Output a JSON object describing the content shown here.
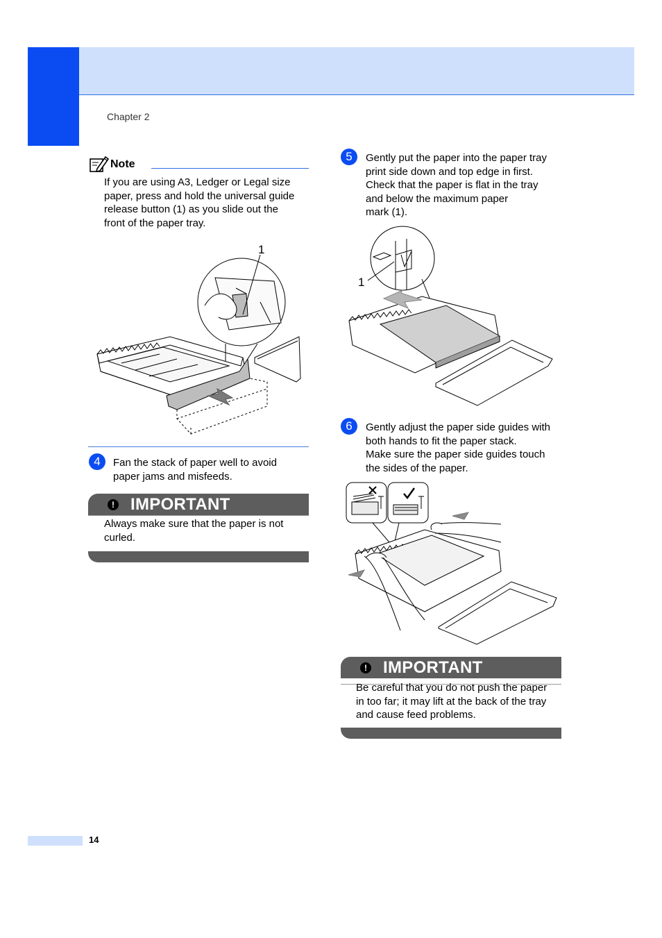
{
  "header": {
    "chapter": "Chapter 2"
  },
  "note": {
    "label": "Note",
    "text_lines": [
      "If you are using A3, Ledger or Legal size",
      "paper, press and hold the universal guide",
      "release button (1) as you slide out the",
      "front of the paper tray."
    ],
    "figure_callout": "1"
  },
  "step4": {
    "number": "4",
    "lines": [
      "Fan the stack of paper well to avoid",
      "paper jams and misfeeds."
    ]
  },
  "important1": {
    "title": "IMPORTANT",
    "lines": [
      "Always make sure that the paper is not",
      "curled."
    ]
  },
  "step5": {
    "number": "5",
    "lines": [
      "Gently put the paper into the paper tray",
      "print side down and top edge in first.",
      "Check that the paper is flat in the tray",
      "and below the maximum paper",
      "mark (1)."
    ],
    "figure_callout": "1"
  },
  "step6": {
    "number": "6",
    "lines": [
      "Gently adjust the paper side guides with",
      "both hands to fit the paper stack.",
      "Make sure the paper side guides touch",
      "the sides of the paper."
    ]
  },
  "important2": {
    "title": "IMPORTANT",
    "lines": [
      "Be careful that you do not push the paper",
      "in too far; it may lift at the back of the tray",
      "and cause feed problems."
    ]
  },
  "footer": {
    "page_number": "14"
  },
  "colors": {
    "brand_blue": "#0b4cf2",
    "header_light": "#cfe0fd",
    "important_gray": "#5d5d5d"
  },
  "icons": [
    "note-pencil-icon",
    "exclamation-icon",
    "step-number-badge"
  ]
}
